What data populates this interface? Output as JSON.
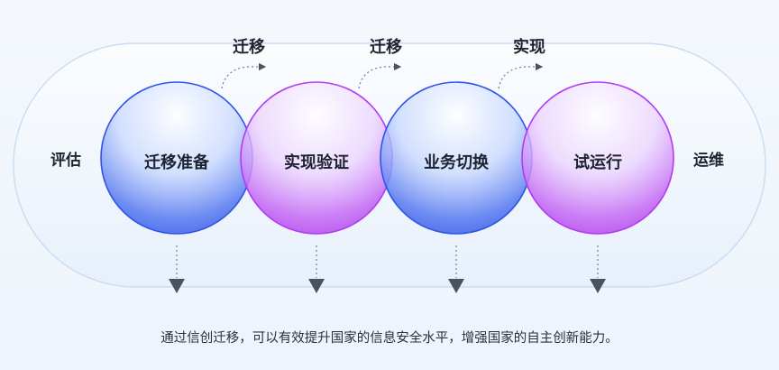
{
  "side_labels": {
    "left": "评估",
    "right": "运维"
  },
  "transitions": [
    "迁移",
    "迁移",
    "实现"
  ],
  "stages": [
    {
      "label": "迁移准备",
      "scheme": "blue"
    },
    {
      "label": "实现验证",
      "scheme": "purple"
    },
    {
      "label": "业务切换",
      "scheme": "blue"
    },
    {
      "label": "试运行",
      "scheme": "purple"
    }
  ],
  "caption": "通过信创迁移，可以有效提升国家的信息安全水平，增强国家的自主创新能力。",
  "colors": {
    "blue_deep": "#2f55e8",
    "purple_deep": "#b13cf0",
    "outline": "#c9dcf3",
    "arrow": "#4b5160"
  }
}
